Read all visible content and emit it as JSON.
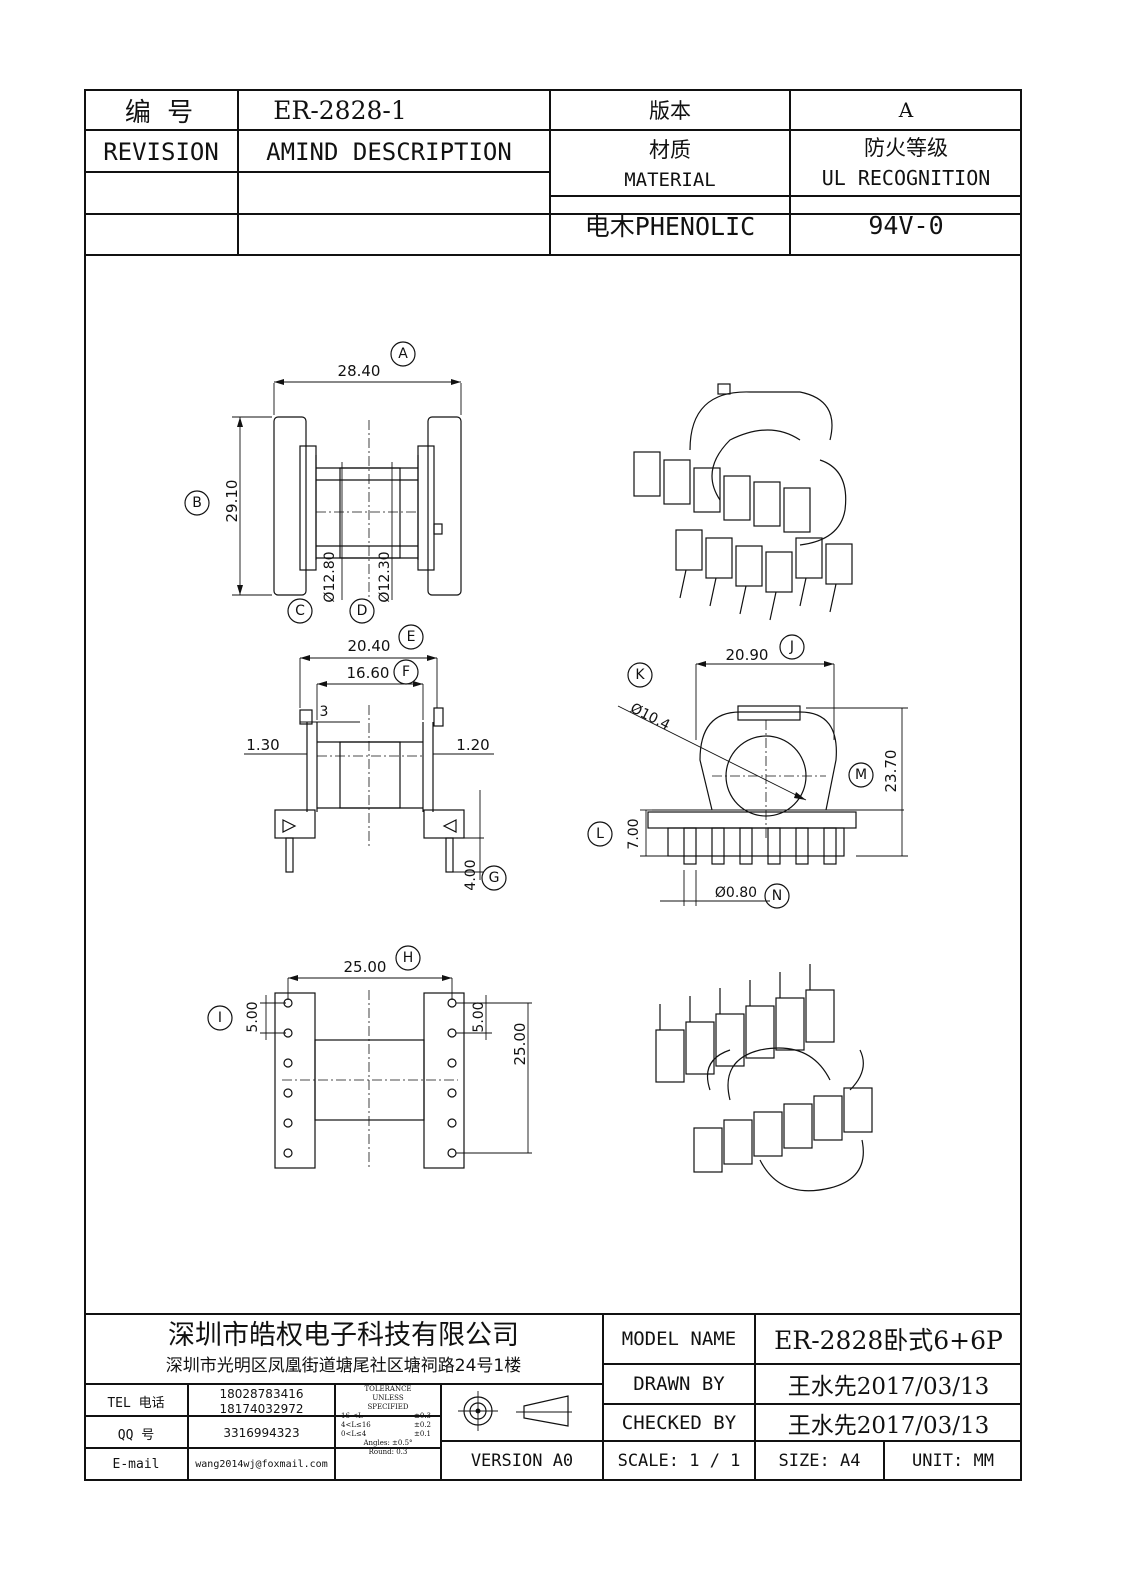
{
  "header": {
    "number_label": "编    号",
    "number_value": "ER-2828-1",
    "version_label": "版本",
    "version_value": "A",
    "revision_label": "REVISION",
    "amind_label": "AMIND DESCRIPTION",
    "material_cn": "材质",
    "material_en": "MATERIAL",
    "fire_cn": "防火等级",
    "fire_en": "UL RECOGNITION",
    "material_value": "电木PHENOLIC",
    "fire_value": "94V-0"
  },
  "dims": {
    "A_val": "28.40",
    "A": "A",
    "B_val": "29.10",
    "B": "B",
    "C_val": "Ø12.80",
    "C": "C",
    "D_val": "Ø12.30",
    "D": "D",
    "E_val": "20.40",
    "E": "E",
    "F_val": "16.60",
    "F": "F",
    "three": "3",
    "left_130": "1.30",
    "right_120": "1.20",
    "G_val": "4.00",
    "G": "G",
    "J_val": "20.90",
    "J": "J",
    "K_val": "Ø10.4",
    "K": "K",
    "M_val": "23.70",
    "M": "M",
    "L_val": "7.00",
    "L": "L",
    "N_val": "Ø0.80",
    "N": "N",
    "H_val": "25.00",
    "H": "H",
    "I_val": "5.00",
    "I": "I",
    "right_500": "5.00",
    "right_2500": "25.00"
  },
  "footer": {
    "company": "深圳市皓权电子科技有限公司",
    "address": "深圳市光明区凤凰街道塘尾社区塘祠路24号1楼",
    "tel_label": "TEL 电话",
    "tel_1": "18028783416",
    "tel_2": "18174032972",
    "qq_label": "QQ   号",
    "qq_value": "3316994323",
    "email_label": "E-mail",
    "email_value": "wang2014wj@foxmail.com",
    "tol_1": "TOLERANCE",
    "tol_2": "UNLESS",
    "tol_3": "SPECIFIED",
    "tol_4a": "16 <L",
    "tol_4b": "±0.3",
    "tol_5a": "4<L≤16",
    "tol_5b": "±0.2",
    "tol_6a": "0<L≤4",
    "tol_6b": "±0.1",
    "tol_7": "Angles: ±0.5°",
    "tol_8": "Round: 0.3",
    "version": "VERSION A0",
    "model_label": "MODEL NAME",
    "model_value": "ER-2828卧式6+6P",
    "drawn_label": "DRAWN BY",
    "drawn_value": "王水先2017/03/13",
    "checked_label": "CHECKED BY",
    "checked_value": "王水先2017/03/13",
    "scale": "SCALE:  1 / 1",
    "size": "SIZE:  A4",
    "unit": "UNIT:  MM"
  }
}
